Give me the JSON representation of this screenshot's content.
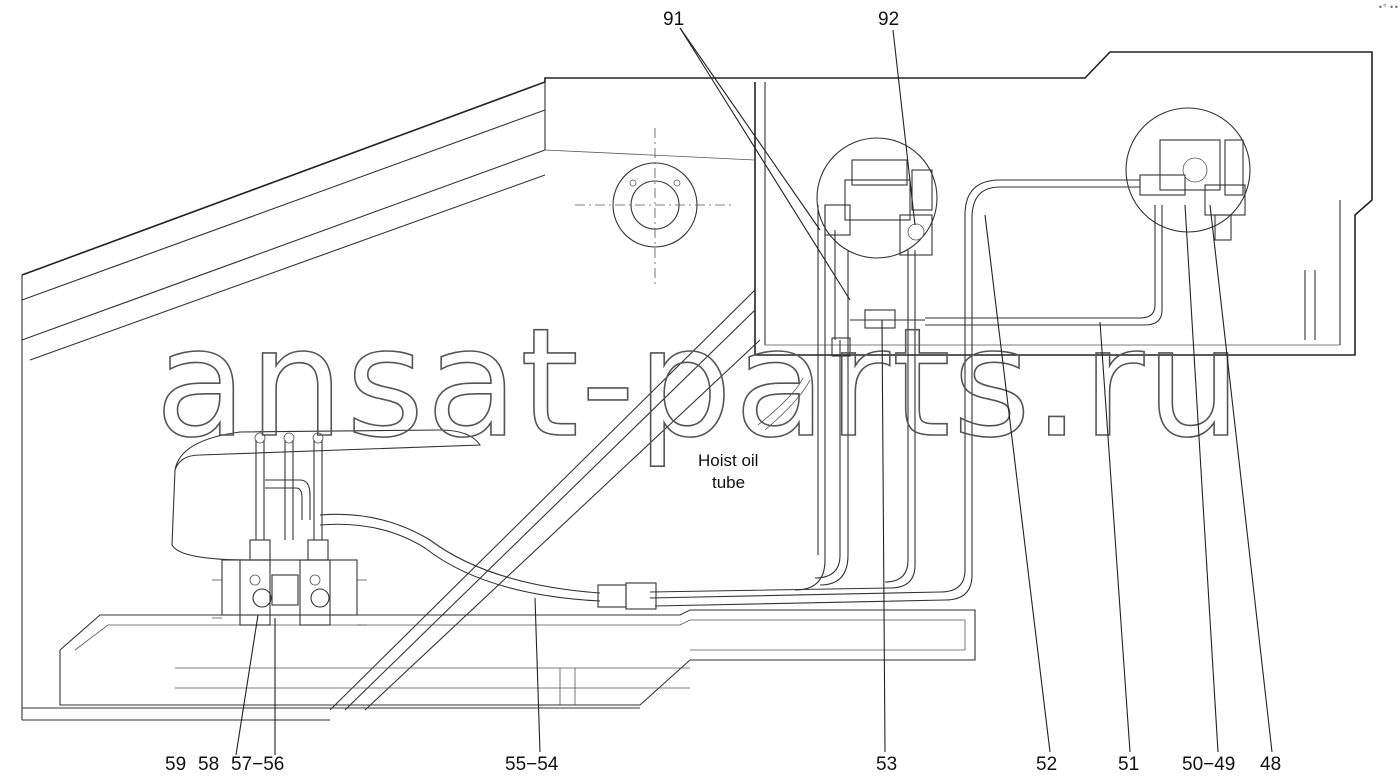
{
  "watermark": "ansat-parts.ru",
  "corner_mark": "•° •••",
  "note": {
    "line1": "Hoist oil",
    "line2": "tube"
  },
  "labels": {
    "l91": "91",
    "l92": "92",
    "l59": "59",
    "l58": "58",
    "l57_56": "57−56",
    "l55_54": "55−54",
    "l53": "53",
    "l52": "52",
    "l51": "51",
    "l50_49": "50−49",
    "l48": "48"
  },
  "colors": {
    "line": "#333333",
    "background": "#ffffff"
  }
}
